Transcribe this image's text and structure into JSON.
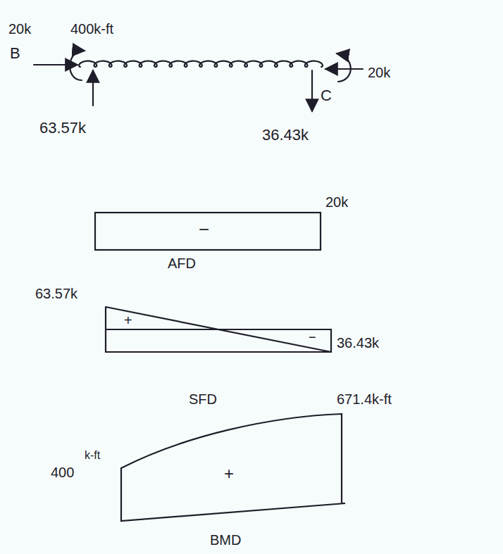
{
  "diagram": {
    "labels": [
      "400k-ft",
      "20k",
      "B",
      "63.57k",
      "36.43k",
      "20k",
      "C",
      "−",
      "20k",
      "AFD",
      "63.57k",
      "+",
      "−",
      "36.43k",
      "SFD",
      "k-ft",
      "400",
      "671.4k-ft",
      "+",
      "BMD"
    ]
  }
}
